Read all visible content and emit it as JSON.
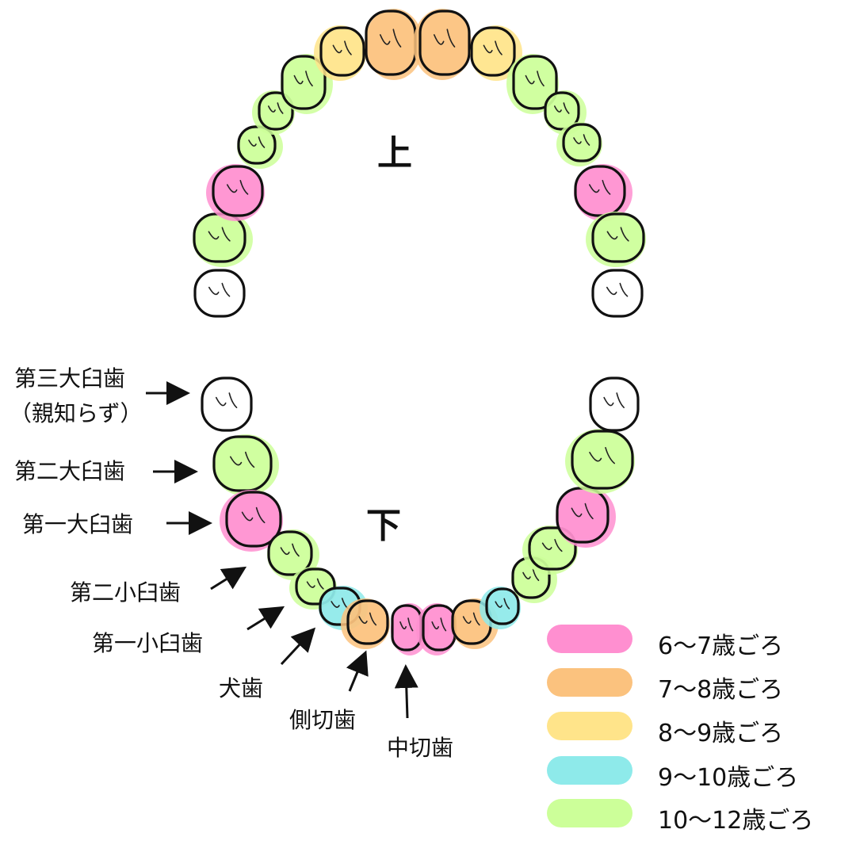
{
  "colors": {
    "age_6_7": "#ff8fd0",
    "age_7_8": "#fbc27e",
    "age_8_9": "#ffe48a",
    "age_9_10": "#8eeaea",
    "age_10_12": "#ccff99",
    "outline": "#111111"
  },
  "jaws": {
    "upper": "上",
    "lower": "下"
  },
  "labels": {
    "third_molar_line1": "第三大臼歯",
    "third_molar_line2": "（親知らず）",
    "second_molar": "第二大臼歯",
    "first_molar": "第一大臼歯",
    "second_premolar": "第二小臼歯",
    "first_premolar": "第一小臼歯",
    "canine": "犬歯",
    "lateral_incisor": "側切歯",
    "central_incisor": "中切歯"
  },
  "legend": [
    {
      "label": "6〜7歳ごろ",
      "color": "#ff8fd0"
    },
    {
      "label": "7〜8歳ごろ",
      "color": "#fbc27e"
    },
    {
      "label": "8〜9歳ごろ",
      "color": "#ffe48a"
    },
    {
      "label": "9〜10歳ごろ",
      "color": "#8eeaea"
    },
    {
      "label": "10〜12歳ごろ",
      "color": "#ccff99"
    }
  ],
  "upper_teeth": [
    {
      "tooth": "third_molar_left",
      "age": "none"
    },
    {
      "tooth": "second_molar_left",
      "age": "age_10_12"
    },
    {
      "tooth": "first_molar_left",
      "age": "age_6_7"
    },
    {
      "tooth": "second_premolar_left",
      "age": "age_10_12"
    },
    {
      "tooth": "first_premolar_left",
      "age": "age_10_12"
    },
    {
      "tooth": "canine_left",
      "age": "age_10_12"
    },
    {
      "tooth": "lateral_incisor_left",
      "age": "age_8_9"
    },
    {
      "tooth": "central_incisor_left",
      "age": "age_7_8"
    },
    {
      "tooth": "central_incisor_right",
      "age": "age_7_8"
    },
    {
      "tooth": "lateral_incisor_right",
      "age": "age_8_9"
    },
    {
      "tooth": "canine_right",
      "age": "age_10_12"
    },
    {
      "tooth": "first_premolar_right",
      "age": "age_10_12"
    },
    {
      "tooth": "second_premolar_right",
      "age": "age_10_12"
    },
    {
      "tooth": "first_molar_right",
      "age": "age_6_7"
    },
    {
      "tooth": "second_molar_right",
      "age": "age_10_12"
    },
    {
      "tooth": "third_molar_right",
      "age": "none"
    }
  ],
  "lower_teeth": [
    {
      "tooth": "third_molar_left",
      "age": "none"
    },
    {
      "tooth": "second_molar_left",
      "age": "age_10_12"
    },
    {
      "tooth": "first_molar_left",
      "age": "age_6_7"
    },
    {
      "tooth": "second_premolar_left",
      "age": "age_10_12"
    },
    {
      "tooth": "first_premolar_left",
      "age": "age_10_12"
    },
    {
      "tooth": "canine_left",
      "age": "age_9_10"
    },
    {
      "tooth": "lateral_incisor_left",
      "age": "age_7_8"
    },
    {
      "tooth": "central_incisor_left",
      "age": "age_6_7"
    },
    {
      "tooth": "central_incisor_right",
      "age": "age_6_7"
    },
    {
      "tooth": "lateral_incisor_right",
      "age": "age_7_8"
    },
    {
      "tooth": "canine_right",
      "age": "age_9_10"
    },
    {
      "tooth": "first_premolar_right",
      "age": "age_10_12"
    },
    {
      "tooth": "second_premolar_right",
      "age": "age_10_12"
    },
    {
      "tooth": "first_molar_right",
      "age": "age_6_7"
    },
    {
      "tooth": "second_molar_right",
      "age": "age_10_12"
    },
    {
      "tooth": "third_molar_right",
      "age": "none"
    }
  ]
}
